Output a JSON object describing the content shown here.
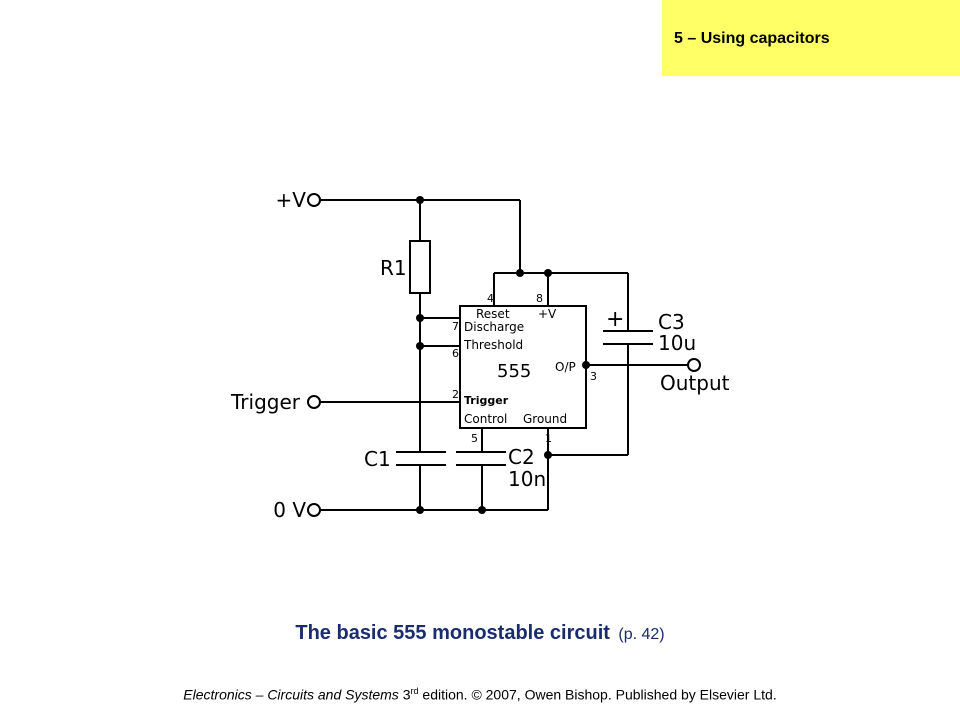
{
  "slide": {
    "chapter": "5 – Using capacitors",
    "caption": "The basic 555 monostable circuit",
    "page_ref": "(p. 42)",
    "footer": {
      "book": "Electronics – Circuits and Systems",
      "edition_num": "3",
      "edition_sup": "rd",
      "rest": " edition. © 2007, Owen Bishop. Published by Elsevier Ltd."
    }
  },
  "circuit": {
    "terminals": {
      "supply": "+V",
      "trigger": "Trigger",
      "ground": "0 V",
      "output": "Output"
    },
    "r1": "R1",
    "c1": "C1",
    "c2": {
      "name": "C2",
      "value": "10n"
    },
    "c3": {
      "name": "C3",
      "value": "10u",
      "polarity": "+"
    },
    "ic": {
      "name": "555",
      "pins": {
        "reset": {
          "num": "4",
          "label": "Reset"
        },
        "vplus": {
          "num": "8",
          "label": "+V"
        },
        "discharge": {
          "num": "7",
          "label": "Discharge"
        },
        "threshold": {
          "num": "6",
          "label": "Threshold"
        },
        "trigger": {
          "num": "2",
          "label": "Trigger"
        },
        "output": {
          "num": "3",
          "label": "O/P"
        },
        "control": {
          "num": "5",
          "label": "Control"
        },
        "ground": {
          "num": "1",
          "label": "Ground"
        }
      }
    }
  }
}
